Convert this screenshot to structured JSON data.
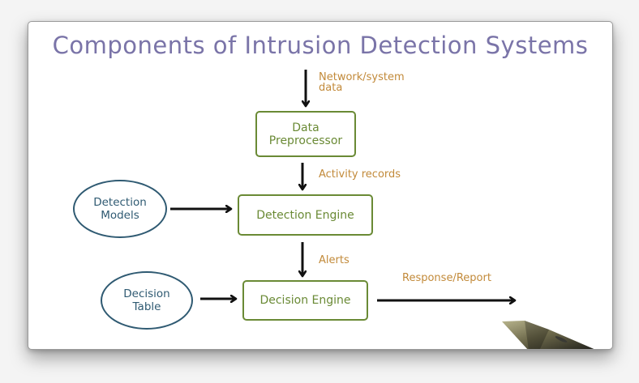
{
  "title": "Components of Intrusion Detection Systems",
  "colors": {
    "title": "#7a74a8",
    "flow_label": "#c28a3a",
    "process_box": "#6a8a35",
    "input_ellipse": "#2f5a72",
    "arrow": "#111111"
  },
  "nodes": {
    "data_preprocessor": "Data\nPreprocessor",
    "detection_engine": "Detection Engine",
    "decision_engine": "Decision Engine",
    "detection_models": "Detection\nModels",
    "decision_table": "Decision\nTable"
  },
  "flow_labels": {
    "input": "Network/system\ndata",
    "activity": "Activity records",
    "alerts": "Alerts",
    "output": "Response/Report"
  }
}
